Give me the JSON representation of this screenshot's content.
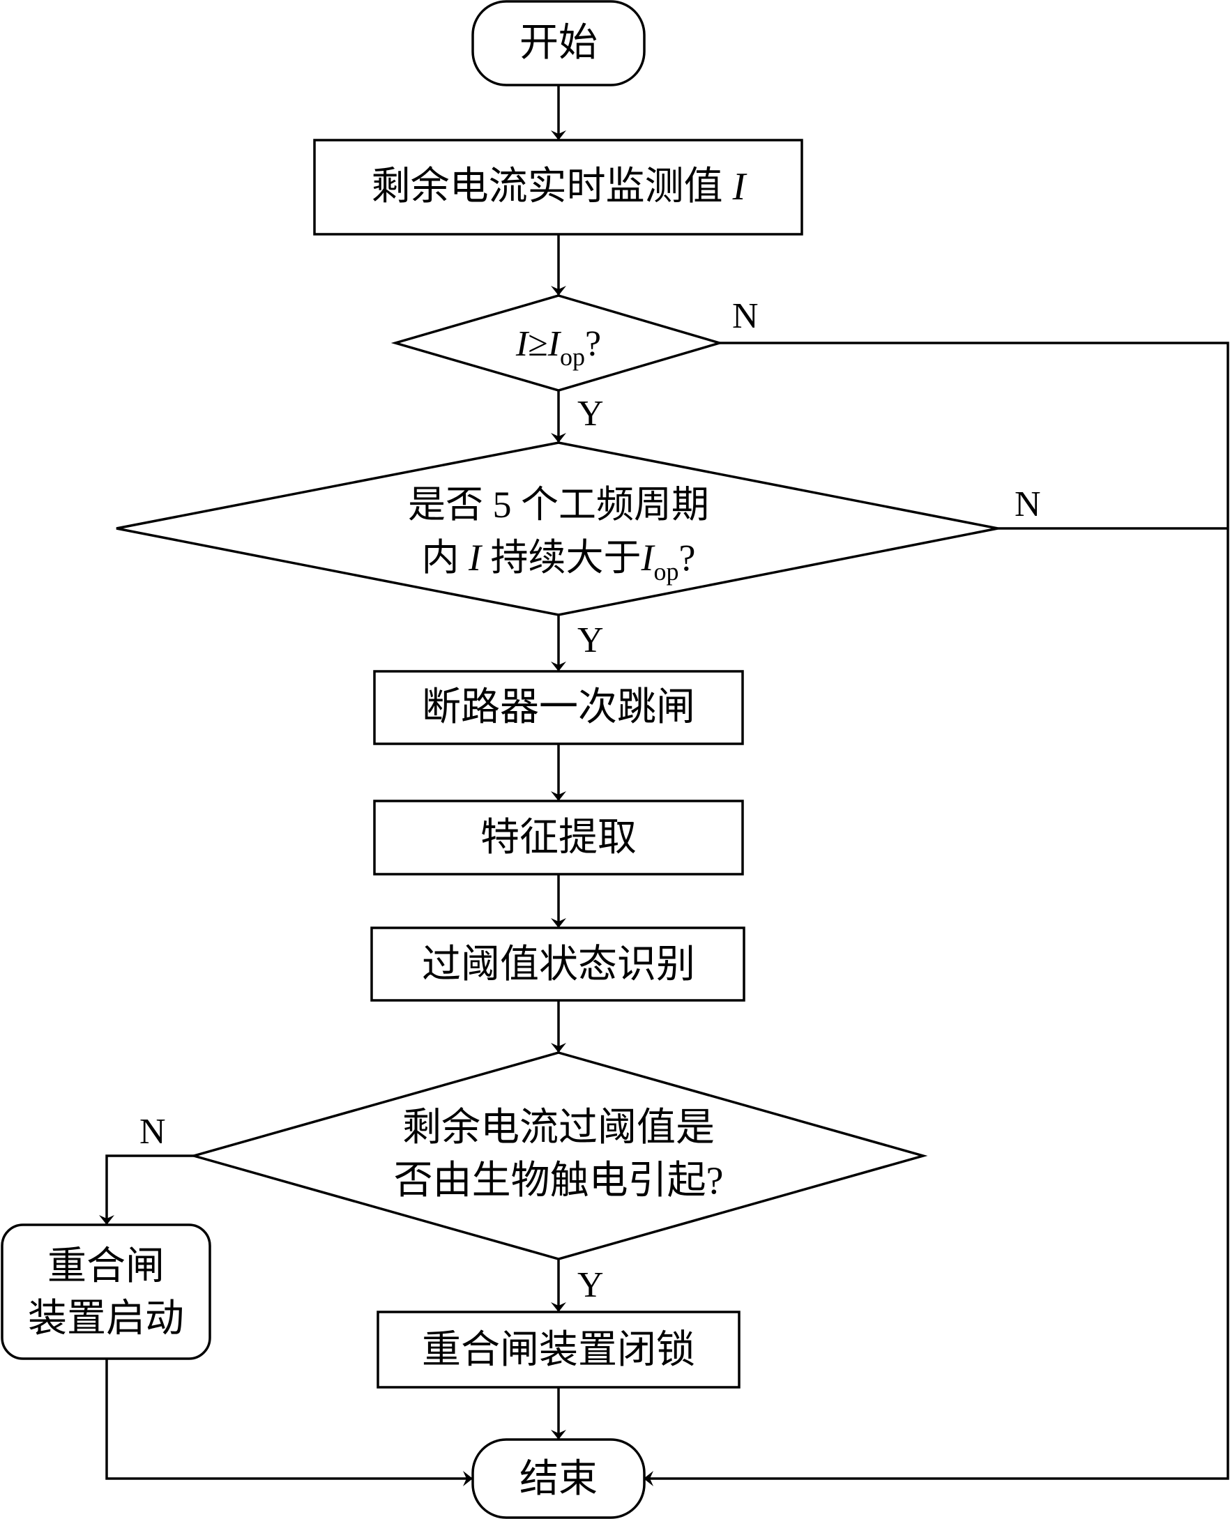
{
  "diagram": {
    "type": "flowchart",
    "nodes": {
      "start": {
        "text": "开始"
      },
      "monitor": {
        "text": "剩余电流实时监测值 ",
        "var": "I"
      },
      "check1": {
        "var1": "I",
        "op": "≥",
        "var2": "I",
        "sub": "op",
        "q": "?"
      },
      "check2": {
        "line1": "是否 5 个工频周期",
        "line2_a": "内 ",
        "line2_var": "I",
        "line2_b": " 持续大于",
        "line2_var2": "I",
        "line2_sub": "op",
        "line2_q": "?"
      },
      "trip": {
        "text": "断路器一次跳闸"
      },
      "feature": {
        "text": "特征提取"
      },
      "identify": {
        "text": "过阈值状态识别"
      },
      "check3": {
        "line1": "剩余电流过阈值是",
        "line2": "否由生物触电引起?"
      },
      "reclose_start": {
        "line1": "重合闸",
        "line2": "装置启动"
      },
      "reclose_lock": {
        "text": "重合闸装置闭锁"
      },
      "end": {
        "text": "结束"
      }
    },
    "edge_labels": {
      "check1_no": "N",
      "check1_yes": "Y",
      "check2_no": "N",
      "check2_yes": "Y",
      "check3_no": "N",
      "check3_yes": "Y"
    }
  }
}
